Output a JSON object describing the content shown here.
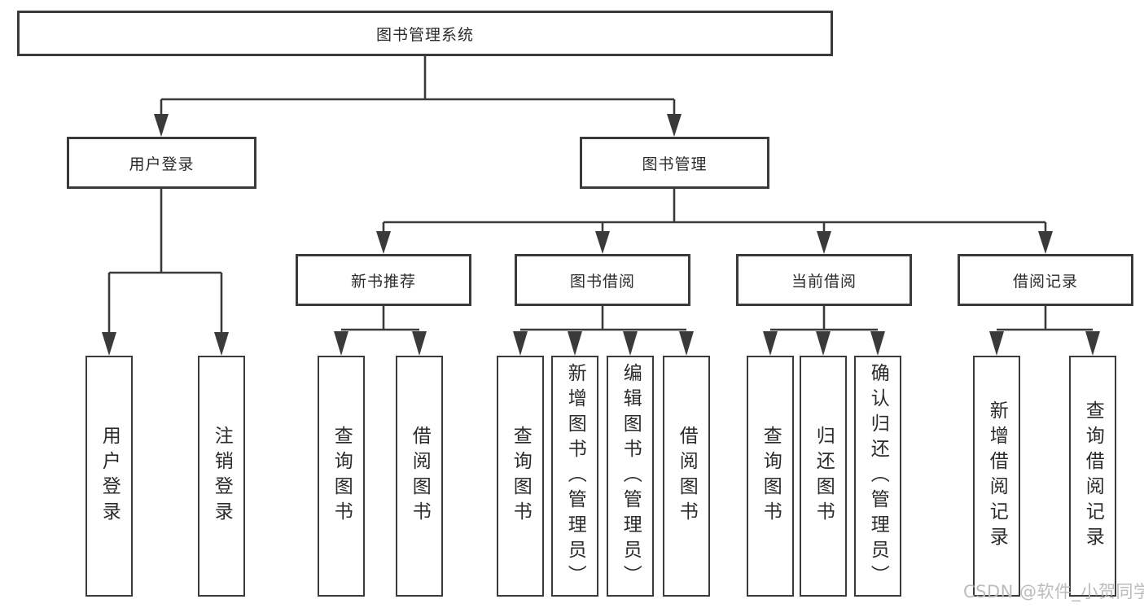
{
  "tree": {
    "label": "图书管理系统",
    "children": [
      {
        "label": "用户登录",
        "children": [
          {
            "label": "用户登录"
          },
          {
            "label": "注销登录"
          }
        ]
      },
      {
        "label": "图书管理",
        "children": [
          {
            "label": "新书推荐",
            "children": [
              {
                "label": "查询图书"
              },
              {
                "label": "借阅图书"
              }
            ]
          },
          {
            "label": "图书借阅",
            "children": [
              {
                "label": "查询图书"
              },
              {
                "label": "新增图书（管理员）"
              },
              {
                "label": "编辑图书（管理员）"
              },
              {
                "label": "借阅图书"
              }
            ]
          },
          {
            "label": "当前借阅",
            "children": [
              {
                "label": "查询图书"
              },
              {
                "label": "归还图书"
              },
              {
                "label": "确认归还（管理员）"
              }
            ]
          },
          {
            "label": "借阅记录",
            "children": [
              {
                "label": "新增借阅记录"
              },
              {
                "label": "查询借阅记录"
              }
            ]
          }
        ]
      }
    ]
  },
  "watermark": "CSDN @软件_小贺同学",
  "colors": {
    "line": "#3a3a3a",
    "text": "#2b2b2b",
    "watermark": "#b9b9b9",
    "background": "#ffffff"
  }
}
